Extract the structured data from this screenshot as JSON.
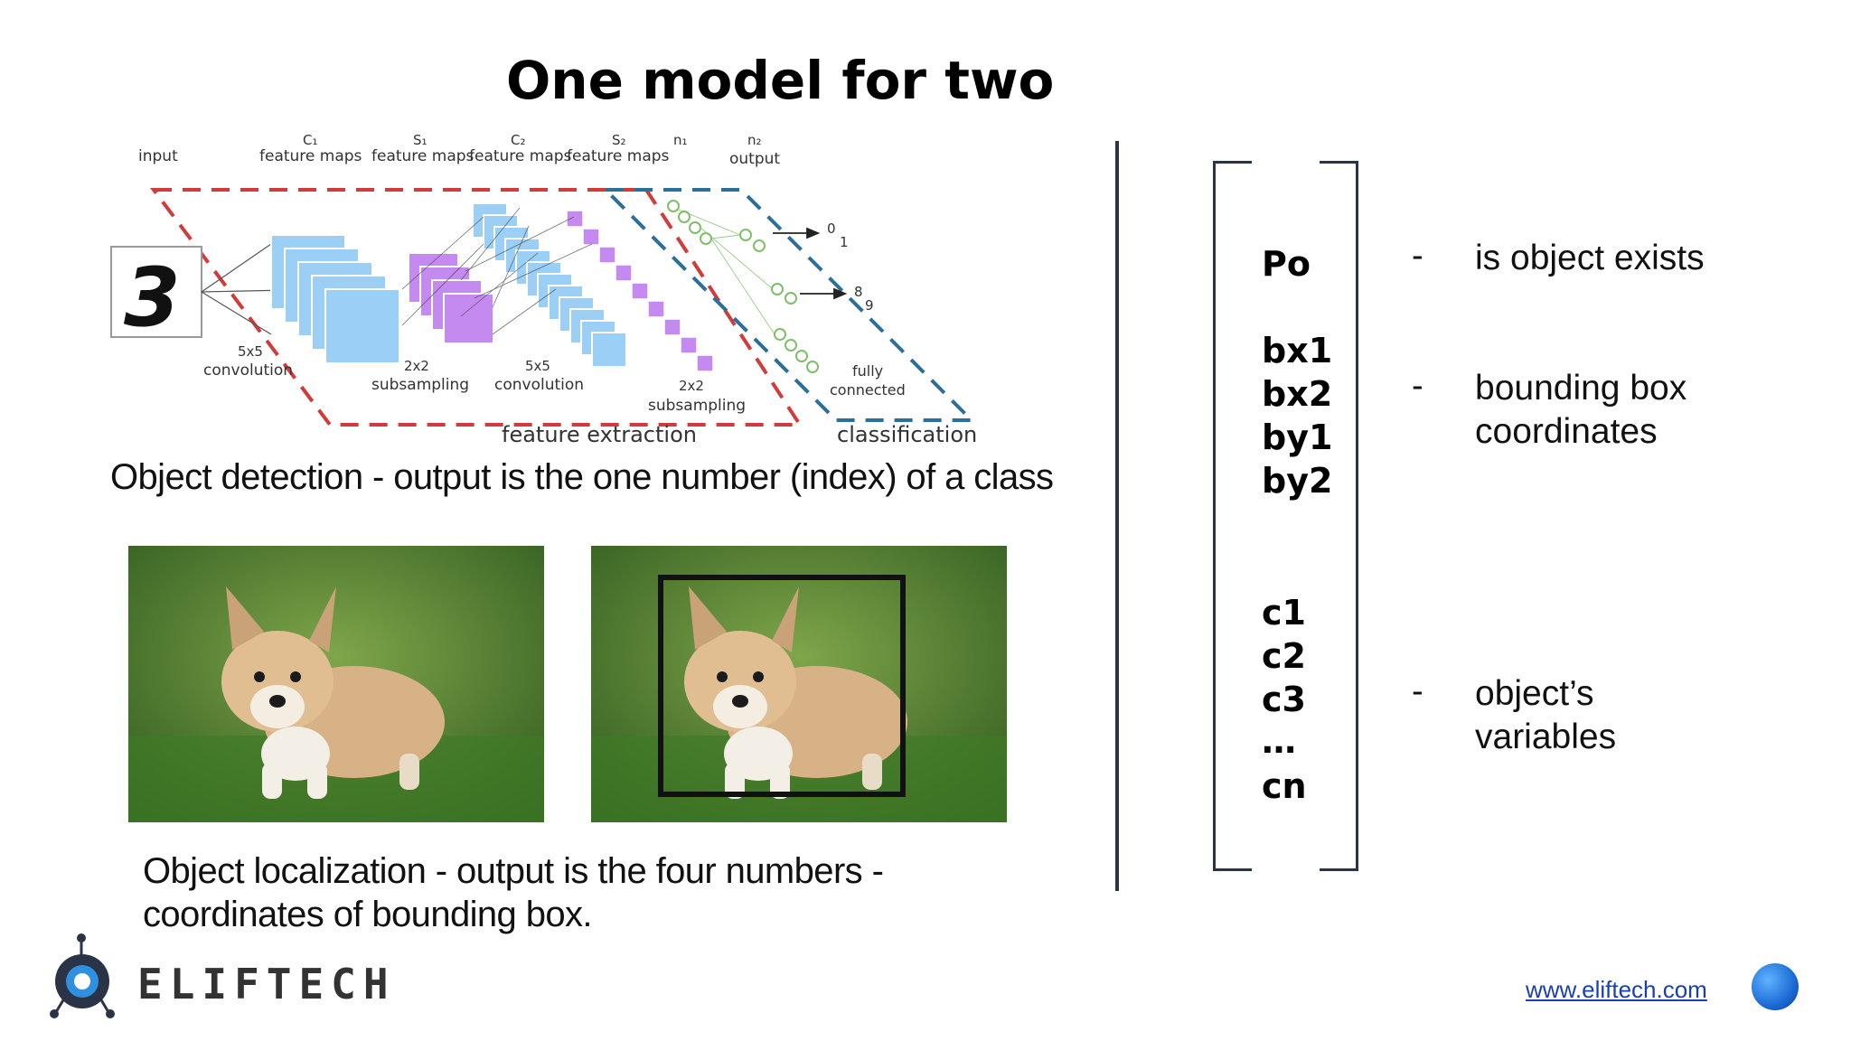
{
  "slide": {
    "title": "One model for two",
    "title_clipped": "tasks?"
  },
  "diagram": {
    "labels": {
      "input": "input",
      "c1": "C₁",
      "c1_maps": "feature maps",
      "s1": "S₁",
      "s1_maps": "feature maps",
      "c2": "C₂",
      "c2_maps": "feature maps",
      "s2": "S₂",
      "s2_maps": "feature maps",
      "n1": "n₁",
      "n2": "n₂",
      "output": "output",
      "conv1": "5x5",
      "conv1b": "convolution",
      "sub1": "2x2",
      "sub1b": "subsampling",
      "conv2": "5x5",
      "conv2b": "convolution",
      "sub2": "2x2",
      "sub2b": "subsampling",
      "fc": "fully",
      "fcb": "connected",
      "out0": "0",
      "out1": "1",
      "out8": "8",
      "out9": "9",
      "digit": "3",
      "feature_extraction": "feature extraction",
      "classification": "classification"
    },
    "colors": {
      "red_dash": "#d33a3a",
      "blue_dash": "#2b6f9a",
      "blue_maps": "#9ccff5",
      "purple_maps": "#c58af0",
      "green_nodes": "#7fbf6a"
    }
  },
  "captions": {
    "detection": "Object detection - output is the one number (index) of a class",
    "localization_line1": "Object localization - output is the four numbers -",
    "localization_line2": "coordinates of bounding box."
  },
  "vector": {
    "items": {
      "po": "Po",
      "bx1": "bx1",
      "bx2": "bx2",
      "by1": "by1",
      "by2": "by2",
      "c1": "c1",
      "c2": "c2",
      "c3": "c3",
      "ellipsis": "…",
      "cn": "cn"
    },
    "descriptions": {
      "dash": "-",
      "exists": "is object exists",
      "bbox_line1": "bounding box",
      "bbox_line2": "coordinates",
      "vars_line1": "object’s",
      "vars_line2": "variables"
    }
  },
  "footer": {
    "brand": "ELIFTECH",
    "link": "www.eliftech.com"
  }
}
